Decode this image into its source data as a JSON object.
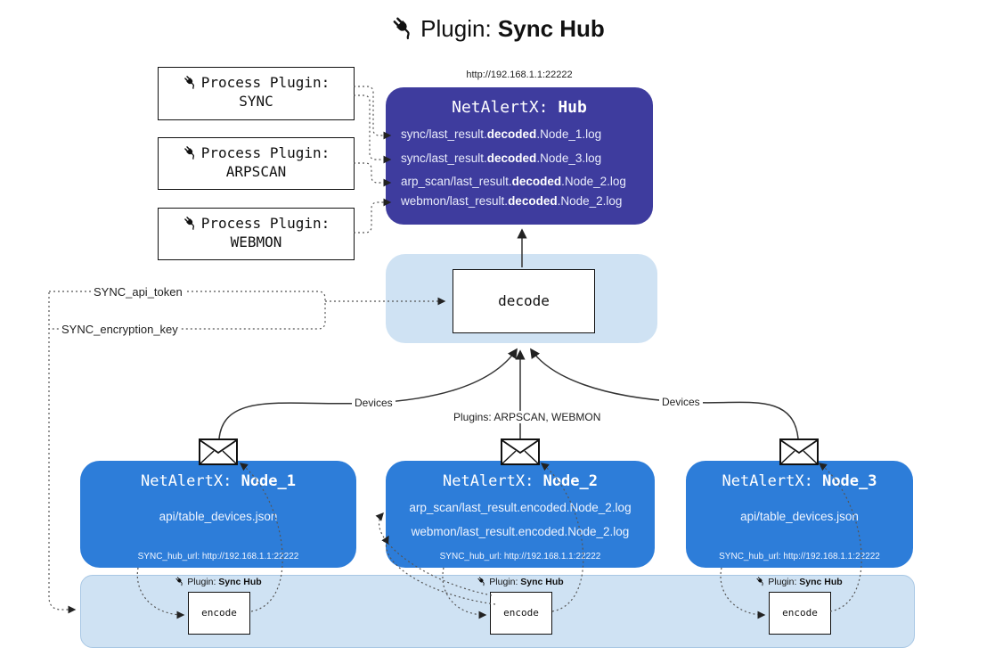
{
  "title": {
    "pre": "Plugin: ",
    "bold": "Sync Hub"
  },
  "process_plugins": [
    {
      "label": "Process Plugin:",
      "name": "SYNC"
    },
    {
      "label": "Process Plugin:",
      "name": "ARPSCAN"
    },
    {
      "label": "Process Plugin:",
      "name": "WEBMON"
    }
  ],
  "hub": {
    "url": "http://192.168.1.1:22222",
    "title_pre": "NetAlertX: ",
    "title_bold": "Hub",
    "lines": [
      {
        "pre": "sync/last_result.",
        "bold": "decoded",
        "post": ".Node_1.log"
      },
      {
        "pre": "sync/last_result.",
        "bold": "decoded",
        "post": ".Node_3.log"
      },
      {
        "pre": "arp_scan/last_result.",
        "bold": "decoded",
        "post": ".Node_2.log"
      },
      {
        "pre": "webmon/last_result.",
        "bold": "decoded",
        "post": ".Node_2.log"
      }
    ]
  },
  "decode": {
    "label": "decode"
  },
  "keys": {
    "api_token": "SYNC_api_token",
    "encryption_key": "SYNC_encryption_key"
  },
  "edges": {
    "left_label": "Devices",
    "center_label": "Plugins: ARPSCAN, WEBMON",
    "right_label": "Devices"
  },
  "nodes": [
    {
      "title_pre": "NetAlertX: ",
      "title_bold": "Node_1",
      "lines": [
        "api/table_devices.json"
      ],
      "hub_url": "SYNC_hub_url: http://192.168.1.1:22222"
    },
    {
      "title_pre": "NetAlertX: ",
      "title_bold": "Node_2",
      "lines": [
        "arp_scan/last_result.encoded.Node_2.log",
        "webmon/last_result.encoded.Node_2.log"
      ],
      "hub_url": "SYNC_hub_url: http://192.168.1.1:22222"
    },
    {
      "title_pre": "NetAlertX: ",
      "title_bold": "Node_3",
      "lines": [
        "api/table_devices.json"
      ],
      "hub_url": "SYNC_hub_url: http://192.168.1.1:22222"
    }
  ],
  "encode": {
    "label": "encode",
    "plugin_pre": "Plugin: ",
    "plugin_bold": "Sync Hub"
  },
  "icons": {
    "plug": "plug-icon",
    "envelope": "envelope-icon"
  },
  "colors": {
    "hub_bg": "#3e3c9e",
    "node_bg": "#2d7dd9",
    "panel_bg": "#cfe2f3",
    "panel_border": "#a8c7e4",
    "arrow": "#222222"
  }
}
